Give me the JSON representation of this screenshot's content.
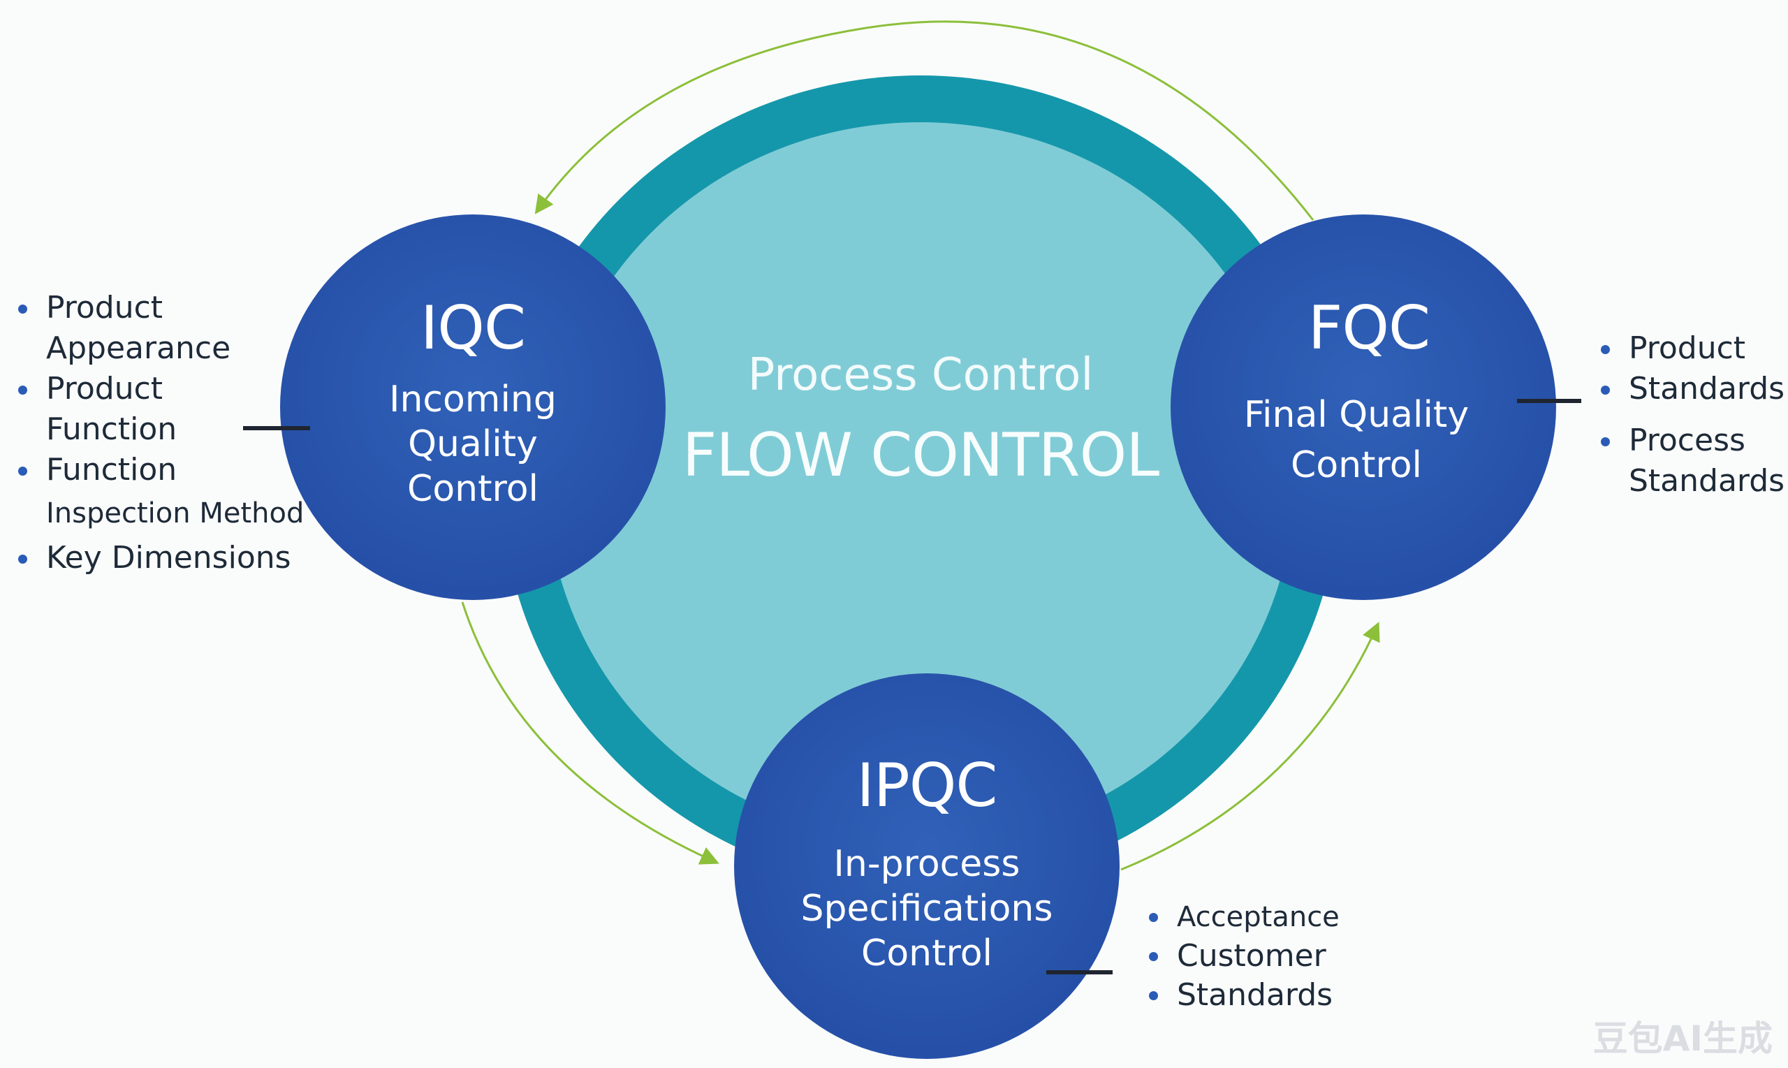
{
  "center": {
    "subtitle": "Process Control",
    "title": "FLOW CONTROL"
  },
  "nodes": {
    "iqc": {
      "abbr": "IQC",
      "name_lines": [
        "Incoming",
        "Quality",
        "Control"
      ],
      "bullets": [
        "Product",
        "Appearance",
        "Product",
        "Function",
        "Function",
        "Inspection Method",
        "Key Dimensions"
      ]
    },
    "fqc": {
      "abbr": "FQC",
      "name_lines": [
        "Final Quality",
        "Control"
      ],
      "bullets": [
        "Product",
        "Standards",
        "Process",
        "Standards"
      ]
    },
    "ipqc": {
      "abbr": "IPQC",
      "name_lines": [
        "In-process",
        "Specifications",
        "Control"
      ],
      "bullets": [
        "Acceptance",
        "Customer",
        "Standards"
      ]
    }
  },
  "watermark": "豆包AI生成",
  "colors": {
    "outer_ring": "#1597ab",
    "inner_disc": "#80ccd6",
    "node_fill": "#2b55b0",
    "arrow": "#8cbf3a",
    "bullet_dot": "#2a5bb6",
    "text_dark": "#1e2a38"
  }
}
